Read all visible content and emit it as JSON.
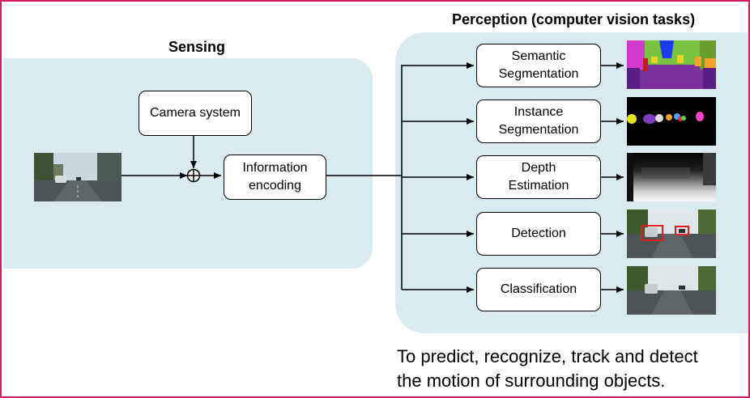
{
  "sensing": {
    "title": "Sensing",
    "camera_label": "Camera system",
    "encoding_label": "Information\nencoding"
  },
  "perception": {
    "title": "Perception (computer vision tasks)",
    "tasks": [
      {
        "label": "Semantic\nSegmentation",
        "thumbnail": "semantic-segmentation-map"
      },
      {
        "label": "Instance\nSegmentation",
        "thumbnail": "instance-segmentation-map"
      },
      {
        "label": "Depth\nEstimation",
        "thumbnail": "depth-map"
      },
      {
        "label": "Detection",
        "thumbnail": "detection-street-scene"
      },
      {
        "label": "Classification",
        "thumbnail": "street-scene"
      }
    ]
  },
  "caption": "To predict, recognize, track and detect\n the motion of surrounding objects.",
  "colors": {
    "frame_border": "#d81b60",
    "panel_fill": "#daebf0",
    "detection_box": "#e02020"
  }
}
